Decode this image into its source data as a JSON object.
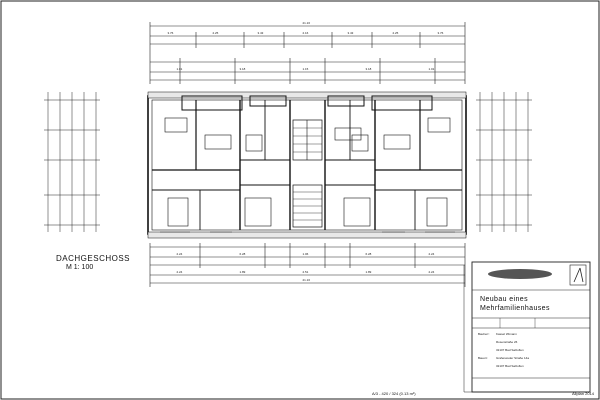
{
  "drawing": {
    "plan_title": "DACHGESCHOSS",
    "scale": "M 1: 100"
  },
  "title_block": {
    "project_line_1": "Neubau eines",
    "project_line_2": "Mehrfamilienhauses",
    "format_note": "A/3 - 420 / 324 (0.13 m²)",
    "program": "Allplan 2014",
    "fields": [
      {
        "label": "Bauherr:",
        "value": "Kassel Wimann"
      },
      {
        "label": "",
        "value": "Rosenstraße 26"
      },
      {
        "label": "",
        "value": "32107 Bad Salzuflen"
      },
      {
        "label": "Bauort:",
        "value": "Grafenweder Straße 14a"
      },
      {
        "label": "",
        "value": "32107 Bad Salzuflen"
      }
    ]
  },
  "dimensions": {
    "top_overall": "21.16",
    "bottom_overall": "21.16",
    "top_row_1": [
      "3.76",
      "2.25",
      "3.43",
      "2.16",
      "3.43",
      "2.25",
      "3.76"
    ],
    "top_row_2": [
      "1.01",
      "3.18",
      "1.15",
      "3.18",
      "1.01"
    ],
    "bottom_row_1": [
      "2.24",
      "6.28",
      "1.06",
      "6.28",
      "2.24"
    ],
    "bottom_row_2": [
      "2.24",
      "1.89",
      "2.51",
      "1.89",
      "2.24"
    ]
  }
}
